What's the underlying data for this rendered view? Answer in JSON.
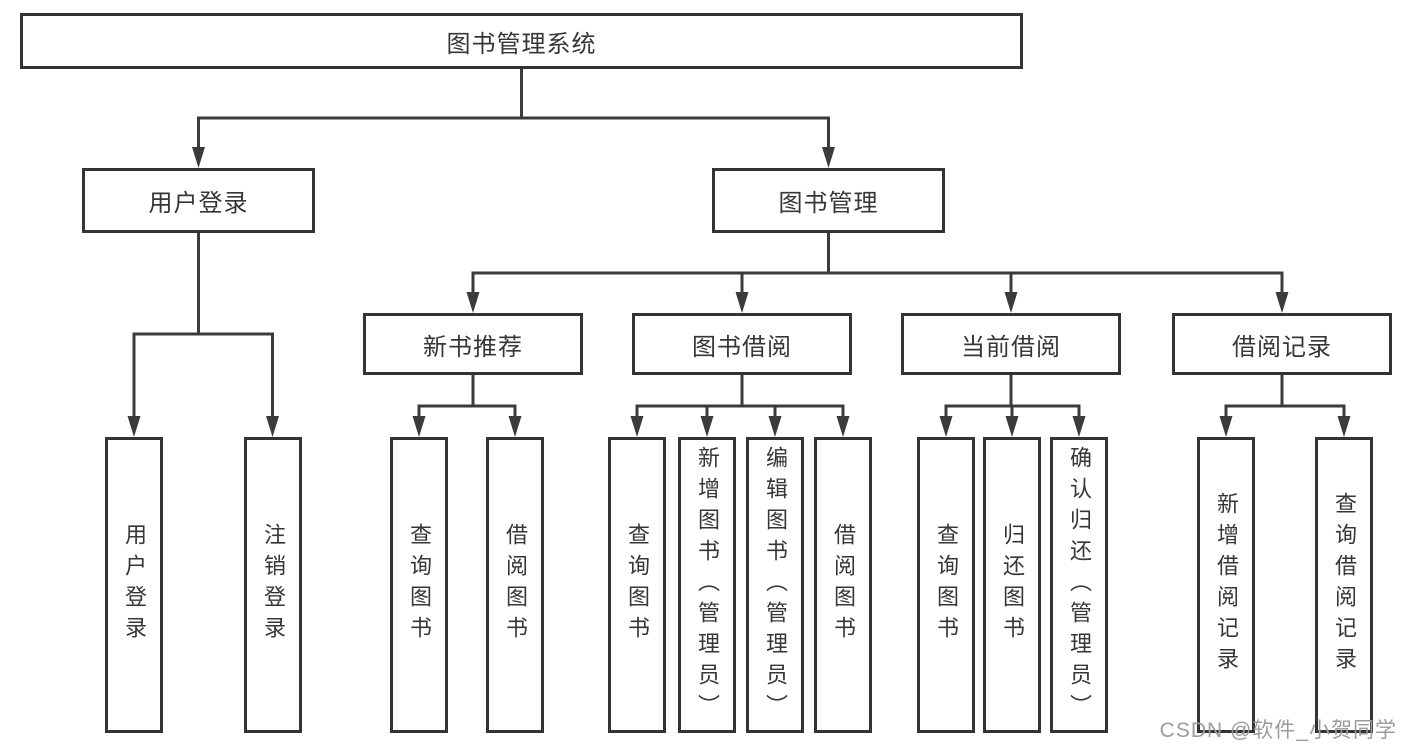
{
  "diagram": {
    "type": "hierarchy-tree",
    "colors": {
      "line": "#3b3b3b",
      "box_border": "#333333",
      "box_fill": "#ffffff",
      "text": "#363636",
      "watermark_text": "#9c9c9c"
    },
    "tree": {
      "label": "图书管理系统",
      "children": [
        {
          "label": "用户登录",
          "children": [
            {
              "label": "用户登录"
            },
            {
              "label": "注销登录"
            }
          ]
        },
        {
          "label": "图书管理",
          "children": [
            {
              "label": "新书推荐",
              "children": [
                {
                  "label": "查询图书"
                },
                {
                  "label": "借阅图书"
                }
              ]
            },
            {
              "label": "图书借阅",
              "children": [
                {
                  "label": "查询图书"
                },
                {
                  "label": "新增图书（管理员）"
                },
                {
                  "label": "编辑图书（管理员）"
                },
                {
                  "label": "借阅图书"
                }
              ]
            },
            {
              "label": "当前借阅",
              "children": [
                {
                  "label": "查询图书"
                },
                {
                  "label": "归还图书"
                },
                {
                  "label": "确认归还（管理员）"
                }
              ]
            },
            {
              "label": "借阅记录",
              "children": [
                {
                  "label": "新增借阅记录"
                },
                {
                  "label": "查询借阅记录"
                }
              ]
            }
          ]
        }
      ]
    }
  },
  "watermark": "CSDN @软件_小贺同学"
}
